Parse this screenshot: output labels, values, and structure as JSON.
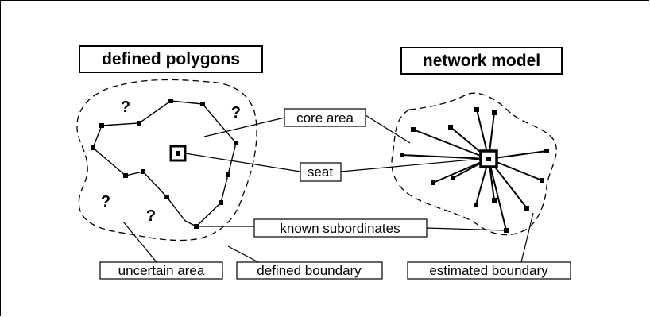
{
  "diagram": {
    "left_title": "defined polygons",
    "right_title": "network model",
    "labels": {
      "core_area": "core area",
      "seat": "seat",
      "known_subordinates": "known subordinates",
      "uncertain_area": "uncertain area",
      "defined_boundary": "defined boundary",
      "estimated_boundary": "estimated boundary"
    },
    "question_mark": "?"
  }
}
